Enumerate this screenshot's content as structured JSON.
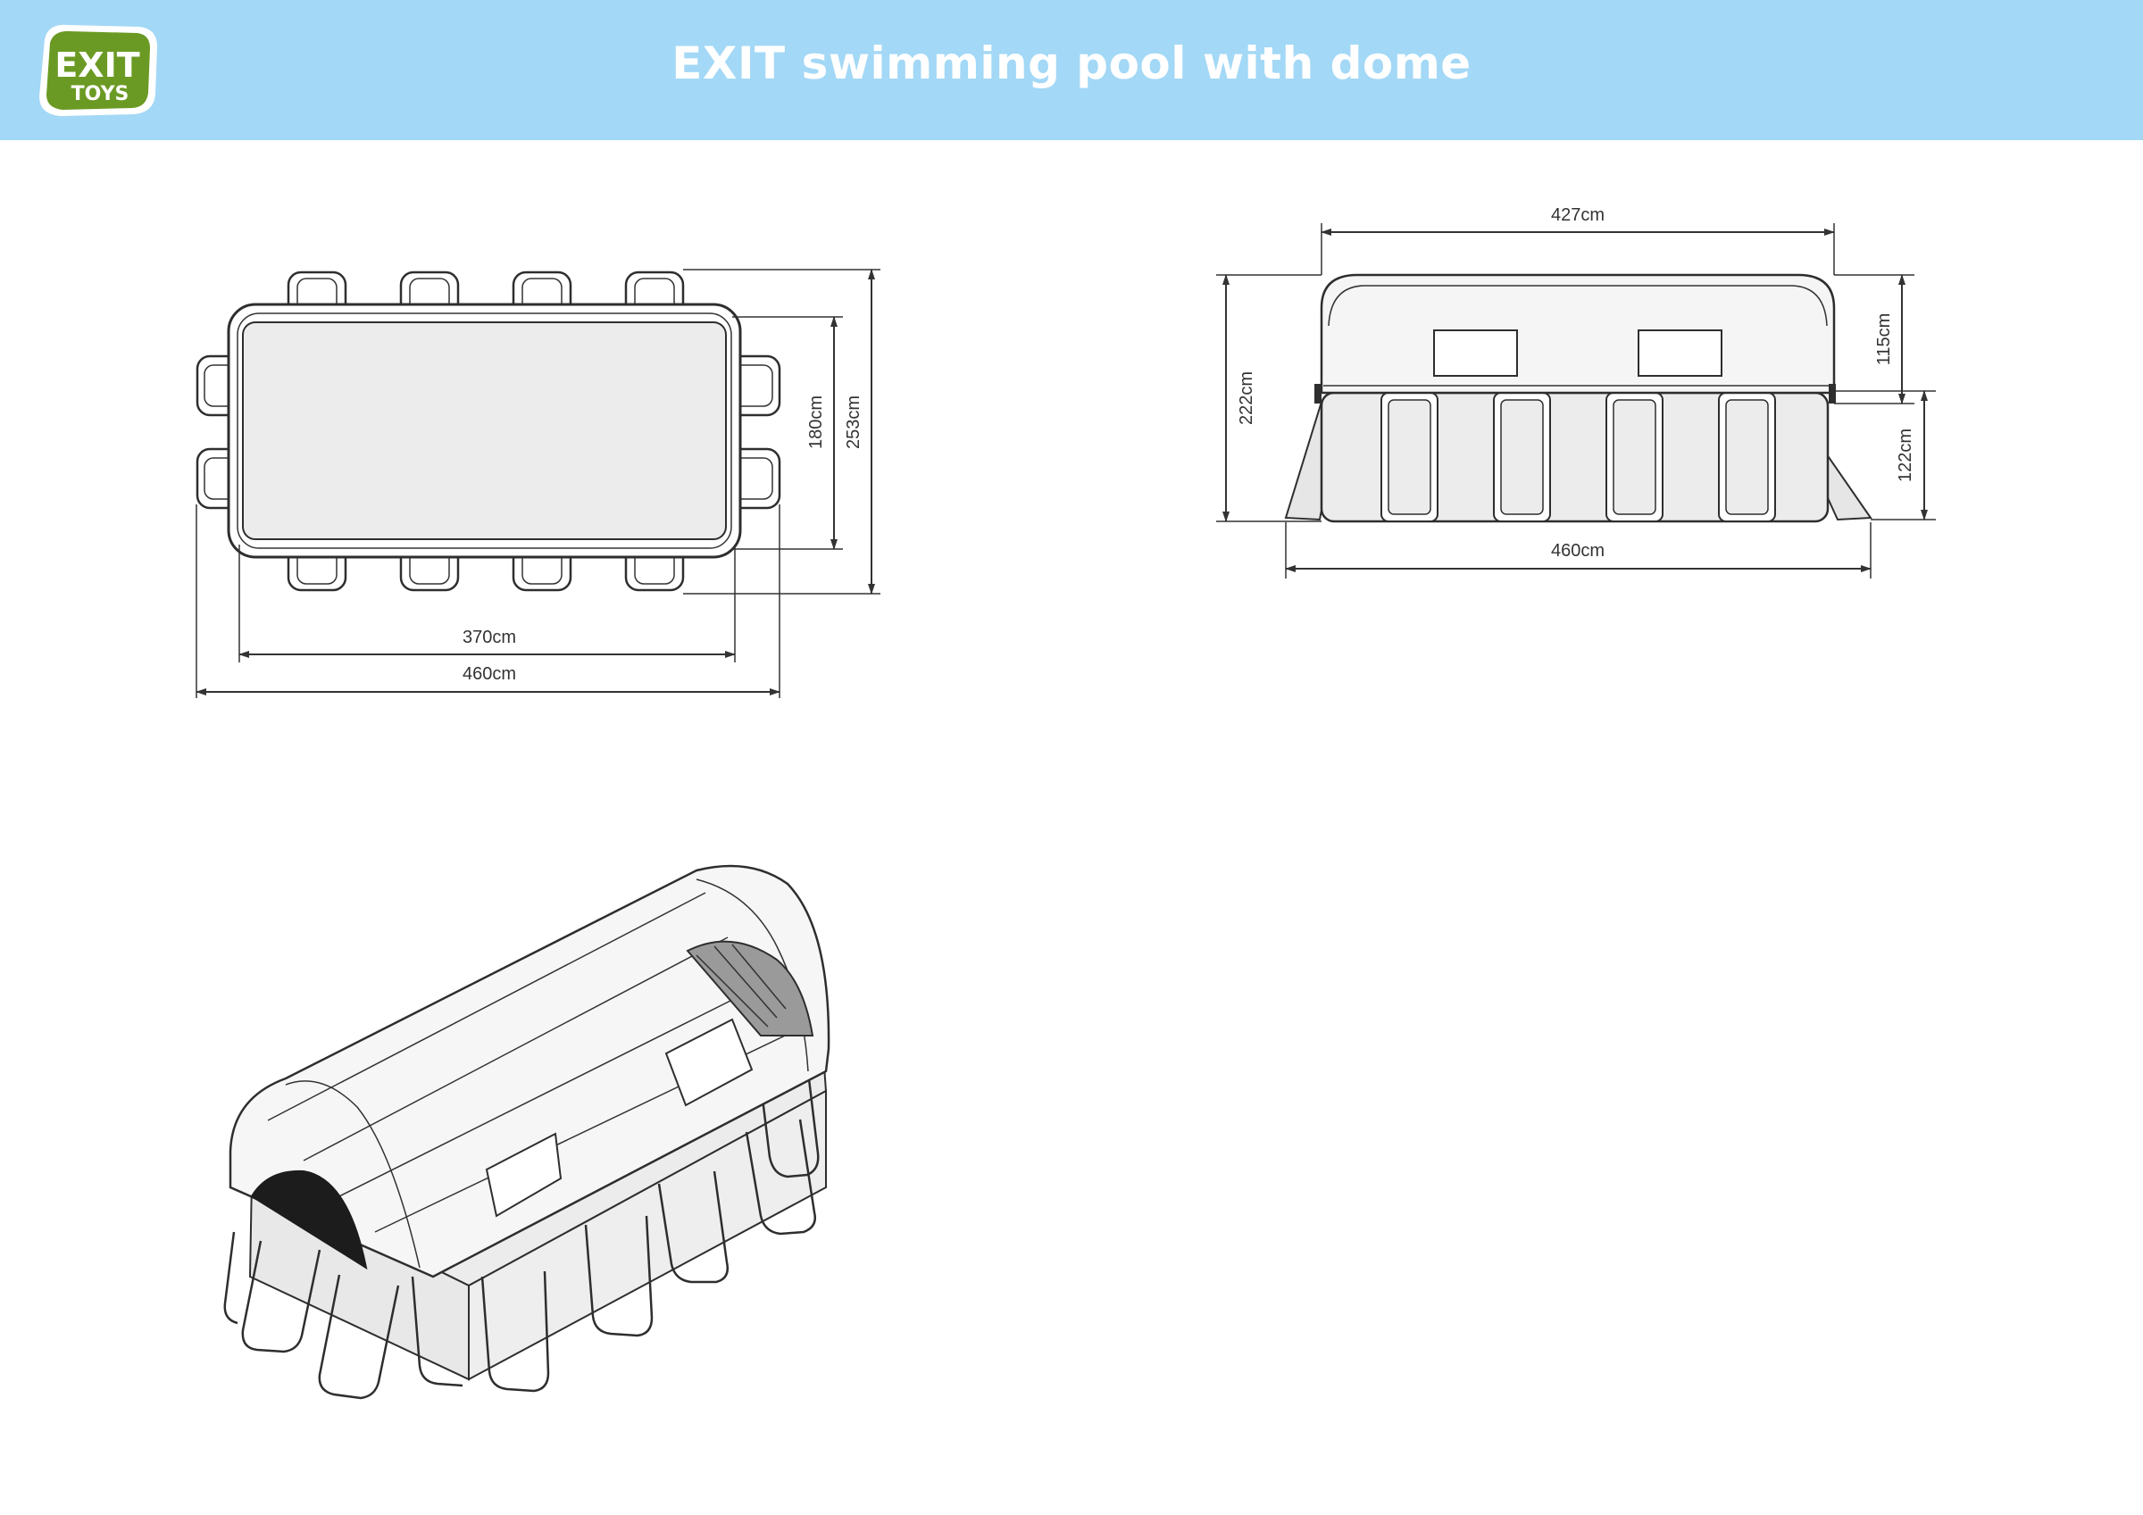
{
  "header": {
    "title": "EXIT swimming pool with dome",
    "logo_line1": "EXIT",
    "logo_line2": "TOYS",
    "background": "#a3d8f6",
    "logo_color": "#6b9a24"
  },
  "top_view": {
    "inner_width": "370cm",
    "outer_width": "460cm",
    "inner_depth": "180cm",
    "outer_depth": "253cm"
  },
  "side_view": {
    "dome_width": "427cm",
    "total_height": "222cm",
    "dome_height": "115cm",
    "pool_height": "122cm",
    "base_width": "460cm"
  },
  "perspective_view": {}
}
